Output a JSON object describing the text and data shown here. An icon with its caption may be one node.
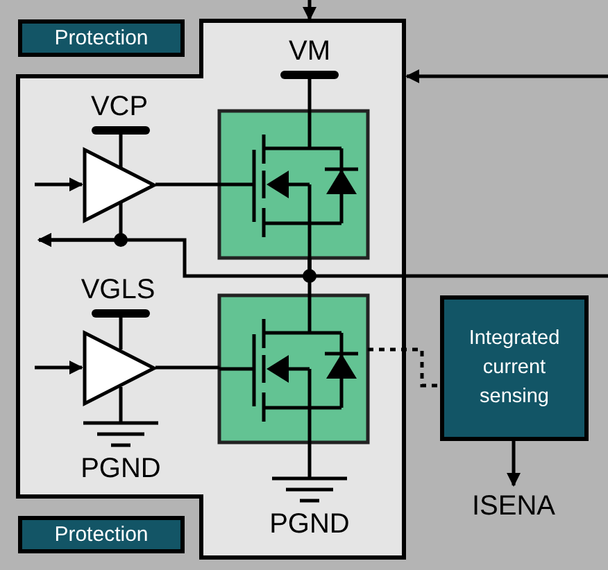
{
  "diagram": {
    "nodes": [
      {
        "text": [
          "Protection"
        ]
      },
      {
        "text": [],
        "shape": "box"
      },
      {
        "text": [],
        "shape": "box",
        "in": 1
      },
      {
        "text": [],
        "shape": "triangle",
        "in": 1
      },
      {
        "text": [],
        "shape": "triangle",
        "in": 1
      },
      {
        "text": [],
        "shape": "box",
        "in": 1
      },
      {
        "text": [
          "Integrated current sensing"
        ]
      },
      {
        "text": [
          "ISENA"
        ]
      },
      {
        "text": [
          "Protection"
        ]
      }
    ],
    "edges": [
      {
        "from": null,
        "to": 1,
        "arrow": "to"
      },
      {
        "from": null,
        "to": 1,
        "arrow": "to"
      },
      {
        "from": null,
        "to": 3,
        "arrow": "to"
      },
      {
        "from": 3,
        "to": 2,
        "arrow": "none"
      },
      {
        "from": 2,
        "to": null,
        "arrow": "to"
      },
      {
        "from": null,
        "to": 4,
        "arrow": "to"
      },
      {
        "from": 4,
        "to": 5,
        "arrow": "none"
      },
      {
        "from": 5,
        "to": 6,
        "arrow": "none",
        "style": "dashed"
      },
      {
        "from": 6,
        "to": 7,
        "arrow": "to"
      },
      {
        "from": 2,
        "to": 5,
        "arrow": "none"
      },
      {
        "from": 2,
        "to": null,
        "arrow": "none"
      },
      {
        "from": 3,
        "to": null,
        "arrow": "to"
      }
    ],
    "labels": [
      "VM",
      "VCP",
      "VGLS",
      "PGND",
      "PGND"
    ]
  }
}
